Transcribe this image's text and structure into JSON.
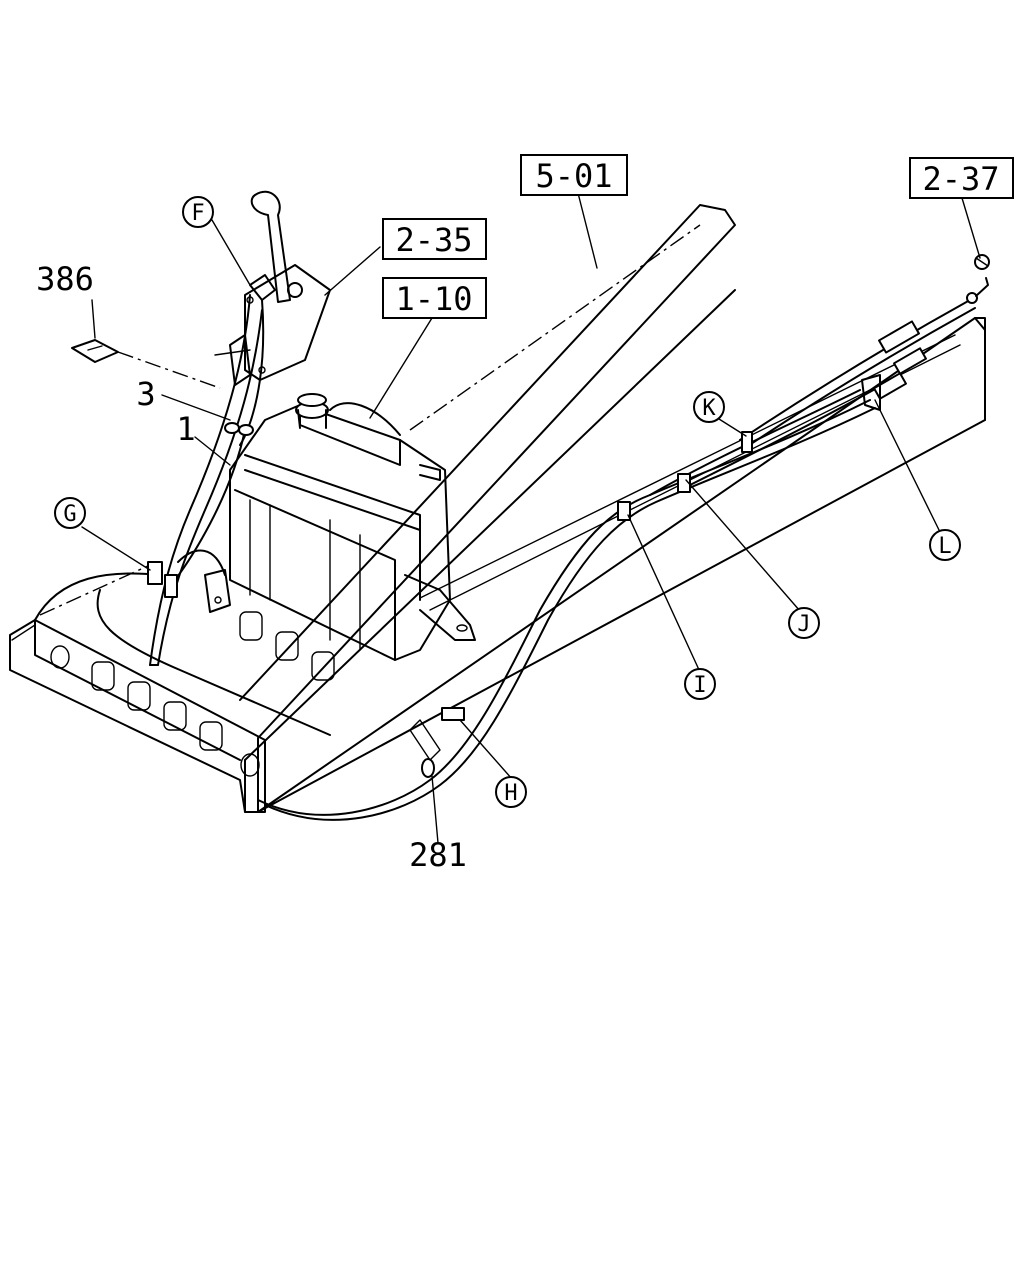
{
  "refs": {
    "r501": "5-01",
    "r237": "2-37",
    "r235": "2-35",
    "r110": "1-10"
  },
  "parts": {
    "p386": "386",
    "p3": "3",
    "p1": "1",
    "p281": "281"
  },
  "callouts": {
    "F": "F",
    "G": "G",
    "H": "H",
    "I": "I",
    "J": "J",
    "K": "K",
    "L": "L"
  }
}
